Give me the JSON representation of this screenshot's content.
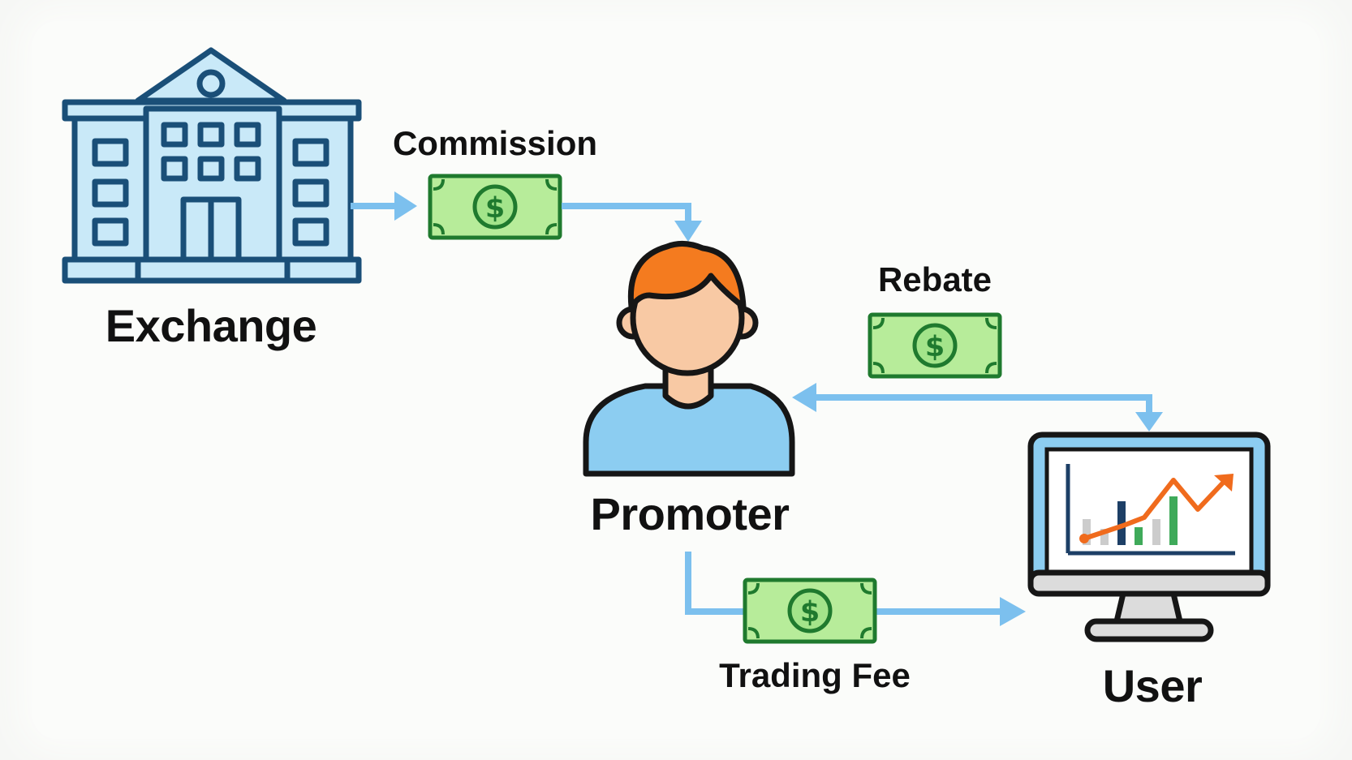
{
  "nodes": {
    "exchange": {
      "label": "Exchange",
      "icon": "bank-building-icon"
    },
    "promoter": {
      "label": "Promoter",
      "icon": "person-avatar-icon"
    },
    "user": {
      "label": "User",
      "icon": "monitor-chart-icon"
    }
  },
  "flows": {
    "commission": {
      "label": "Commission",
      "icon": "dollar-bill-icon"
    },
    "rebate": {
      "label": "Rebate",
      "icon": "dollar-bill-icon"
    },
    "trading_fee": {
      "label": "Trading Fee",
      "icon": "dollar-bill-icon"
    }
  },
  "colors": {
    "arrow": "#7cc0ee",
    "building_fill": "#c9e9f8",
    "building_stroke": "#1a4f78",
    "bill_fill": "#b7ec9a",
    "bill_stroke": "#1f7a2e",
    "hair": "#f47b1f",
    "skin": "#f8c9a4",
    "shirt": "#8ccdf1",
    "outline": "#161616",
    "chart_orange": "#f06b1d",
    "chart_green": "#3faa5a",
    "chart_navy": "#1d3f66"
  }
}
